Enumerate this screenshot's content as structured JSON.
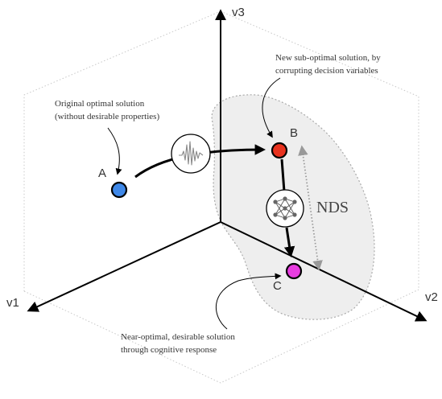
{
  "axes": {
    "v1": "v1",
    "v2": "v2",
    "v3": "v3"
  },
  "points": {
    "a": {
      "label": "A",
      "color": "#3f88e8"
    },
    "b": {
      "label": "B",
      "color": "#e8321e"
    },
    "c": {
      "label": "C",
      "color": "#e83ce0"
    }
  },
  "region": {
    "label": "NDS",
    "fill": "#eeeeee"
  },
  "annotations": {
    "original": {
      "line1": "Original optimal solution",
      "line2": "(without desirable properties)"
    },
    "new": {
      "line1": "New sub-optimal solution, by",
      "line2": "corrupting decision variables"
    },
    "near": {
      "line1": "Near-optimal, desirable solution",
      "line2": "through cognitive response"
    }
  },
  "icons": {
    "corruption": "waveform-icon",
    "cognitive": "neural-network-icon"
  }
}
